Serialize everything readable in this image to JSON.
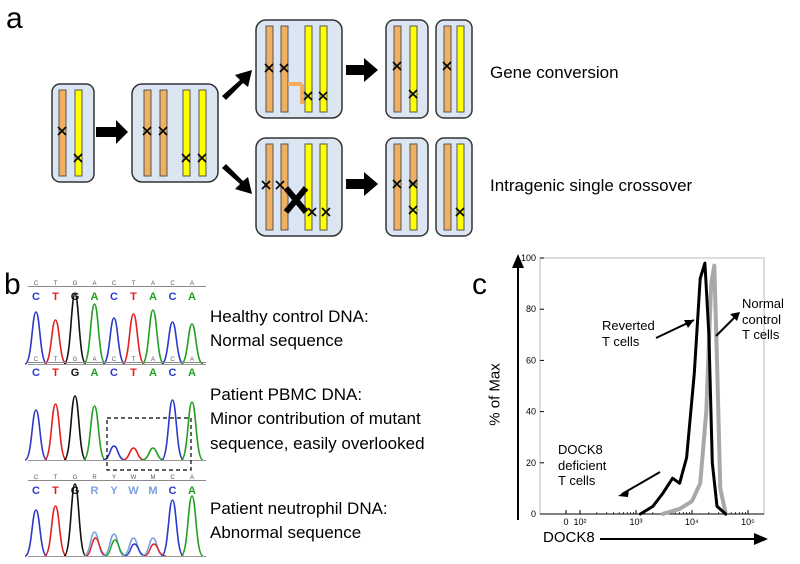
{
  "panels": {
    "a": "a",
    "b": "b",
    "c": "c"
  },
  "panel_a": {
    "outcomes": [
      "Gene conversion",
      "Intragenic single crossover"
    ],
    "colors": {
      "chromatid_orange": "#f0b060",
      "chromatid_yellow": "#ffff00",
      "box_fill": "#dce6f2",
      "box_border": "#333333"
    }
  },
  "panel_b": {
    "rows": [
      {
        "bases": [
          "C",
          "T",
          "G",
          "A",
          "C",
          "T",
          "A",
          "C",
          "A"
        ],
        "line1": "Healthy control DNA:",
        "line2": "Normal sequence",
        "line3": ""
      },
      {
        "bases": [
          "C",
          "T",
          "G",
          "A",
          "C",
          "T",
          "A",
          "C",
          "A"
        ],
        "line1": "Patient PBMC DNA:",
        "line2": "Minor contribution of mutant",
        "line3": "sequence, easily overlooked"
      },
      {
        "bases": [
          "C",
          "T",
          "G",
          "R",
          "Y",
          "W",
          "M",
          "C",
          "A"
        ],
        "line1": "Patient neutrophil DNA:",
        "line2": "Abnormal sequence",
        "line3": ""
      }
    ],
    "base_colors": {
      "A": "#1fa01f",
      "C": "#2b39c8",
      "G": "#111111",
      "T": "#e02020",
      "R": "#7aa0e0",
      "Y": "#7aa0e0",
      "W": "#7aa0e0",
      "M": "#7aa0e0"
    }
  },
  "chart_data": {
    "type": "line",
    "xlabel": "DOCK8",
    "ylabel": "% of Max",
    "x_scale": "log",
    "yticks": [
      "0",
      "20",
      "40",
      "60",
      "80",
      "100"
    ],
    "xticks": [
      "0",
      "10²",
      "10³",
      "10⁴",
      "10⁵"
    ],
    "ylim": [
      0,
      100
    ],
    "series": [
      {
        "name": "Reverted T cells",
        "color": "#000000",
        "x": [
          1200,
          2000,
          3000,
          4500,
          6000,
          8000,
          11000,
          14000,
          17000,
          20000,
          23000,
          28000,
          40000
        ],
        "values": [
          0,
          3,
          8,
          14,
          12,
          22,
          55,
          92,
          98,
          70,
          20,
          3,
          0
        ]
      },
      {
        "name": "Normal control T cells",
        "color": "#a8a8a8",
        "x": [
          3000,
          6000,
          10000,
          14000,
          18000,
          22000,
          25000,
          28000,
          32000,
          40000
        ],
        "values": [
          0,
          2,
          5,
          12,
          40,
          90,
          97,
          60,
          10,
          0
        ]
      }
    ],
    "annotations": {
      "reverted_line1": "Reverted",
      "reverted_line2": "T cells",
      "normal_line1": "Normal",
      "normal_line2": "control",
      "normal_line3": "T cells",
      "deficient_line1": "DOCK8",
      "deficient_line2": "deficient",
      "deficient_line3": "T cells"
    }
  }
}
